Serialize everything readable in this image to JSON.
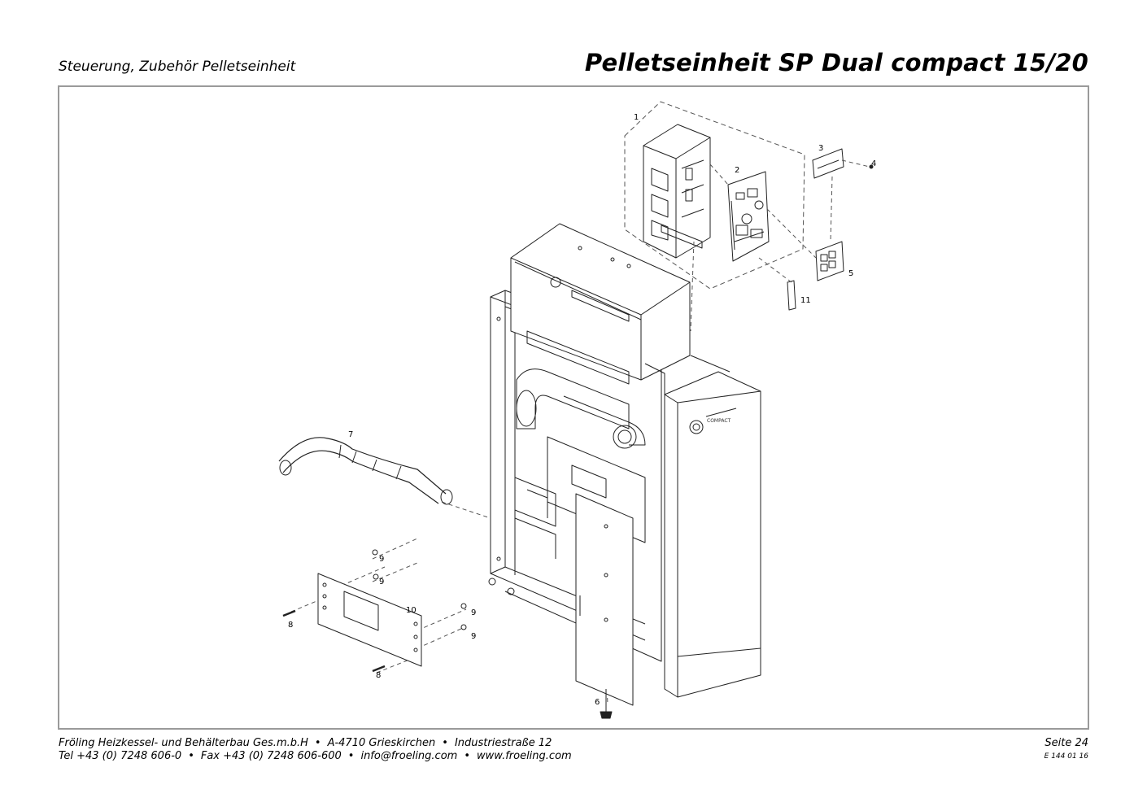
{
  "header": {
    "subtitle": "Steuerung, Zubehör Pelletseinheit",
    "title": "Pelletseinheit SP Dual compact 15/20"
  },
  "diagram": {
    "callouts": [
      {
        "id": "c1",
        "text": "1"
      },
      {
        "id": "c2",
        "text": "2"
      },
      {
        "id": "c3",
        "text": "3"
      },
      {
        "id": "c4",
        "text": "4"
      },
      {
        "id": "c5",
        "text": "5"
      },
      {
        "id": "c6",
        "text": "6"
      },
      {
        "id": "c7",
        "text": "7"
      },
      {
        "id": "c8a",
        "text": "8"
      },
      {
        "id": "c8b",
        "text": "8"
      },
      {
        "id": "c9a",
        "text": "9"
      },
      {
        "id": "c9b",
        "text": "9"
      },
      {
        "id": "c9c",
        "text": "9"
      },
      {
        "id": "c9d",
        "text": "9"
      },
      {
        "id": "c10",
        "text": "10"
      },
      {
        "id": "c11",
        "text": "11"
      }
    ],
    "brand_plate": "COMPACT"
  },
  "footer": {
    "company": "Fröling Heizkessel- und Behälterbau Ges.m.b.H",
    "address_city": "A-4710 Grieskirchen",
    "address_street": "Industriestraße 12",
    "tel": "Tel +43 (0) 7248 606-0",
    "fax": "Fax +43 (0) 7248 606-600",
    "email": "info@froeling.com",
    "web": "www.froeling.com",
    "page": "Seite 24",
    "doc_number": "E 144 01 16"
  }
}
